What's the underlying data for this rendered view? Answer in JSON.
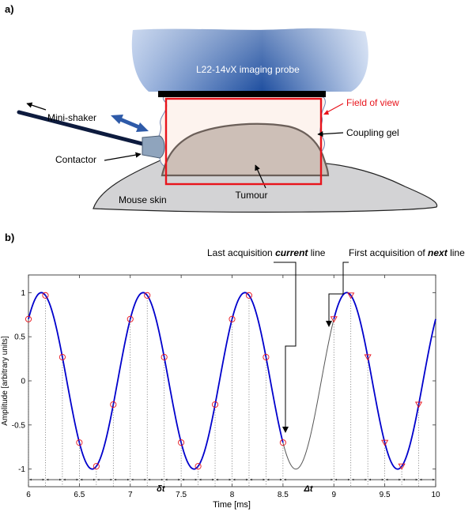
{
  "panel_a": {
    "label": "a)",
    "probe_label": "L22-14vX imaging probe",
    "mini_shaker": "Mini-shaker",
    "contactor": "Contactor",
    "field_of_view": "Field of view",
    "coupling_gel": "Coupling gel",
    "mouse_skin": "Mouse skin",
    "tumour": "Tumour",
    "colors": {
      "field_of_view": "#e8141c",
      "probe": "#1f4fa0",
      "motion_arrow": "#2e5aa8"
    }
  },
  "panel_b": {
    "label": "b)",
    "annotation_last": {
      "prefix": "Last acquisition ",
      "emph": "current",
      "suffix": " line"
    },
    "annotation_first": {
      "prefix": "First acquisition of ",
      "emph": "next",
      "suffix": " line"
    },
    "delta_small": "δt",
    "delta_large": "Δt"
  },
  "chart_data": {
    "type": "line",
    "xlabel": "Time [ms]",
    "ylabel": "Amplitude [arbitrary units]",
    "xlim": [
      6,
      10
    ],
    "ylim": [
      -1.2,
      1.2
    ],
    "xticks": [
      6,
      6.5,
      7,
      7.5,
      8,
      8.5,
      9,
      9.5,
      10
    ],
    "xtick_labels": [
      "6",
      "6.5",
      "7",
      "7.5",
      "8",
      "8.5",
      "9",
      "9.5",
      "10"
    ],
    "yticks": [
      1,
      0.5,
      0,
      -0.5,
      -1
    ],
    "ytick_labels": [
      "1",
      "0.5",
      "0",
      "-0.5",
      "-1"
    ],
    "signal": {
      "frequency_khz": 1,
      "amplitude": 1,
      "phase_rad": 0.7754
    },
    "sample_interval_ms": 0.1667,
    "series": [
      {
        "segment": "current",
        "x_range": [
          6,
          8.5
        ],
        "color": "#0000cc",
        "marker": "circle",
        "samples_x": [
          6.0,
          6.1667,
          6.3333,
          6.5,
          6.6667,
          6.8333,
          7.0,
          7.1667,
          7.3333,
          7.5,
          7.6667,
          7.8333,
          8.0,
          8.1667,
          8.3333,
          8.5
        ]
      },
      {
        "segment": "gap",
        "x_range": [
          8.5,
          9.0
        ],
        "color": "#555555"
      },
      {
        "segment": "next",
        "x_range": [
          9.0,
          10.0
        ],
        "color": "#0000cc",
        "marker": "triangle",
        "samples_x": [
          9.0,
          9.1667,
          9.3333,
          9.5,
          9.6667,
          9.8333
        ]
      }
    ],
    "marker_color": "#e8141c"
  }
}
